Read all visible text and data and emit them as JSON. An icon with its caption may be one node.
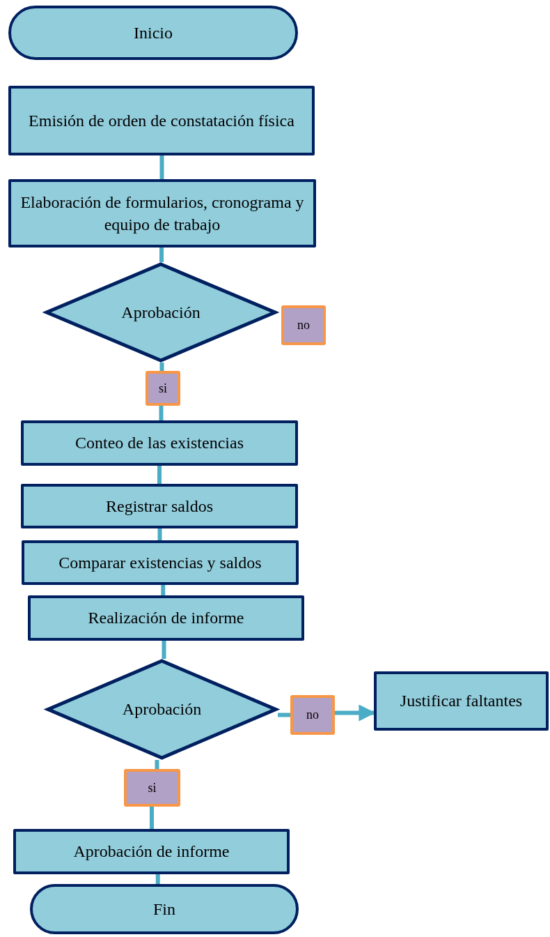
{
  "diagram": {
    "nodes": [
      {
        "text": [
          "Inicio"
        ]
      },
      {
        "text": [
          "Emisión de orden de constatación física"
        ]
      },
      {
        "text": [
          "Elaboración de formularios, cronograma y equipo de trabajo"
        ]
      },
      {
        "text": [
          "Aprobación"
        ]
      },
      {
        "text": [
          "no"
        ]
      },
      {
        "text": [
          "si"
        ]
      },
      {
        "text": [
          "Conteo de las existencias"
        ]
      },
      {
        "text": [
          "Registrar saldos"
        ]
      },
      {
        "text": [
          "Comparar existencias y saldos"
        ]
      },
      {
        "text": [
          "Realización de informe"
        ]
      },
      {
        "text": [
          "Aprobación"
        ]
      },
      {
        "text": [
          "no"
        ]
      },
      {
        "text": [
          "Justificar faltantes"
        ]
      },
      {
        "text": [
          "si"
        ]
      },
      {
        "text": [
          "Aprobación de informe"
        ]
      },
      {
        "text": [
          "Fin"
        ]
      }
    ],
    "edges": [
      {
        "from": 1,
        "to": 2,
        "arrow": "none"
      },
      {
        "from": 2,
        "to": 3,
        "arrow": "none"
      },
      {
        "from": 3,
        "to": 5,
        "arrow": "none"
      },
      {
        "from": 5,
        "to": 6,
        "arrow": "none"
      },
      {
        "from": 6,
        "to": 7,
        "arrow": "none"
      },
      {
        "from": 7,
        "to": 8,
        "arrow": "none"
      },
      {
        "from": 8,
        "to": 9,
        "arrow": "none"
      },
      {
        "from": 9,
        "to": 10,
        "arrow": "none"
      },
      {
        "from": 10,
        "to": 11,
        "arrow": "none"
      },
      {
        "from": 11,
        "to": 12,
        "arrow": "to"
      },
      {
        "from": 10,
        "to": 13,
        "arrow": "none"
      },
      {
        "from": 13,
        "to": 14,
        "arrow": "none"
      },
      {
        "from": 14,
        "to": 15,
        "arrow": "none"
      }
    ]
  }
}
